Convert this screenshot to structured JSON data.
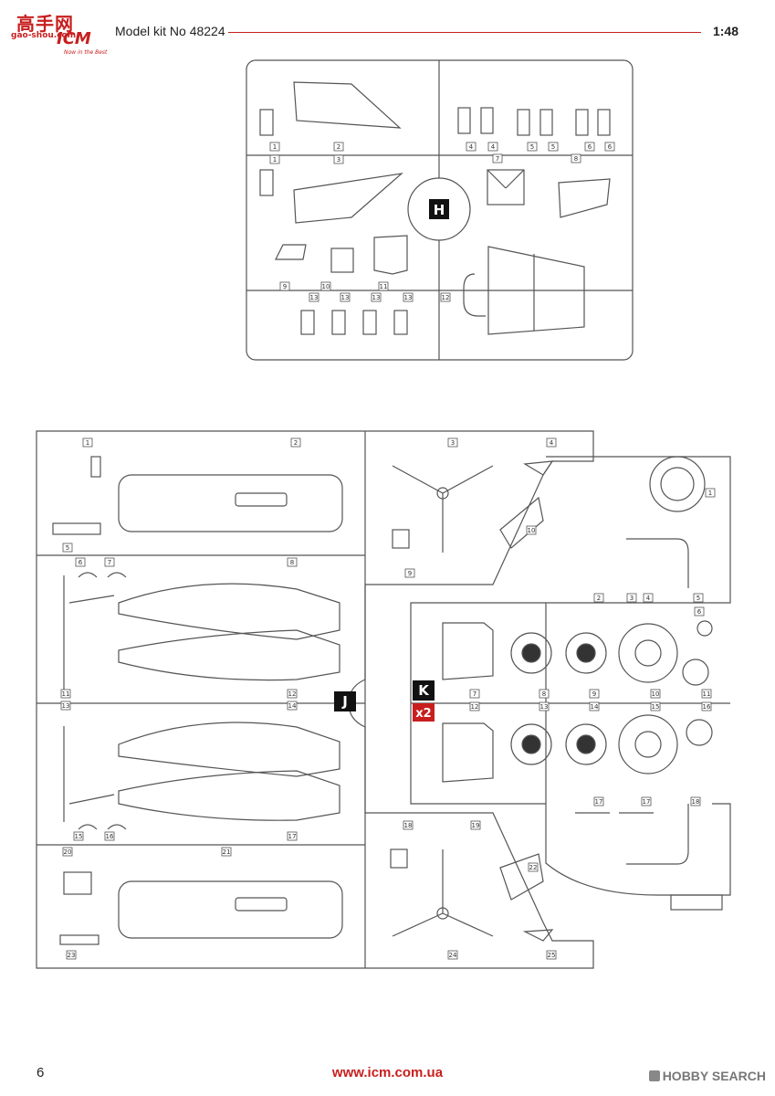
{
  "watermark": {
    "chars": "高手网",
    "url": "gao-shou.com"
  },
  "logo": {
    "brand": "ICM",
    "tagline": "Now in the Best"
  },
  "header": {
    "title": "Model kit No 48224",
    "scale": "1:48"
  },
  "sprue_h": {
    "letter": "H",
    "labels": [
      "1",
      "2",
      "1",
      "3",
      "4",
      "4",
      "5",
      "5",
      "6",
      "6",
      "7",
      "8",
      "9",
      "10",
      "11",
      "12",
      "13",
      "13",
      "13",
      "13"
    ]
  },
  "sprue_j": {
    "letter": "J",
    "labels": [
      "1",
      "2",
      "3",
      "4",
      "5",
      "6",
      "7",
      "8",
      "9",
      "10",
      "11",
      "12",
      "13",
      "14",
      "15",
      "16",
      "17",
      "18",
      "19",
      "20",
      "21",
      "22",
      "23",
      "24",
      "25"
    ]
  },
  "sprue_k": {
    "letter": "K",
    "quantity": "x2",
    "labels": [
      "1",
      "2",
      "3",
      "4",
      "5",
      "6",
      "7",
      "8",
      "9",
      "10",
      "11",
      "12",
      "13",
      "14",
      "15",
      "16",
      "17",
      "17",
      "18"
    ]
  },
  "footer": {
    "page": "6",
    "url": "www.icm.com.ua",
    "source": "HOBBY SEARCH"
  },
  "colors": {
    "accent": "#c81e1e",
    "line": "#444444",
    "sprue": "#666666"
  }
}
